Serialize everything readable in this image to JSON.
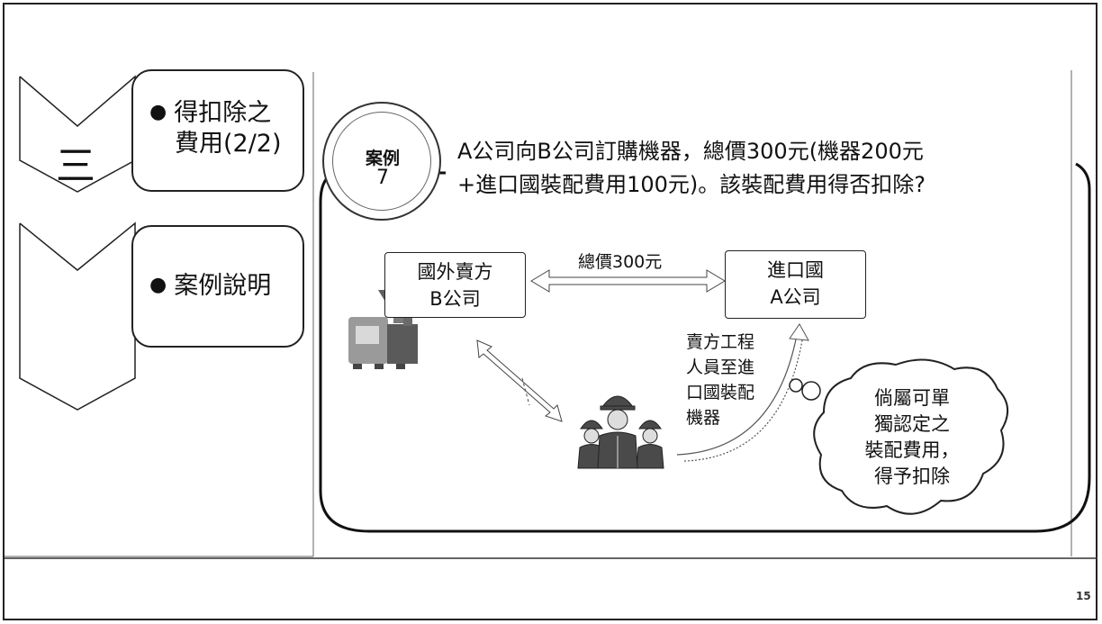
{
  "chapter_numeral": "三",
  "bullets": {
    "first": "得扣除之費用(2/2)",
    "first_line1": "得扣除之",
    "first_line2": "費用(2/2)",
    "second": "案例說明"
  },
  "case_badge": {
    "title": "案例",
    "number": "7"
  },
  "question": {
    "line1": "A公司向B公司訂購機器，總價300元(機器200元",
    "line2": "+進口國裝配費用100元)。該裝配費用得否扣除?"
  },
  "diagram": {
    "seller": {
      "line1": "國外賣方",
      "line2": "B公司"
    },
    "buyer": {
      "line1": "進口國",
      "line2": "A公司"
    },
    "price_label": "總價300元",
    "engineer_note": [
      "賣方工程",
      "人員至進",
      "口國裝配",
      "機器"
    ],
    "thought": [
      "倘屬可單",
      "獨認定之",
      "裝配費用，",
      "得予扣除"
    ],
    "icons": [
      "factory-machine-icon",
      "engineers-team-icon"
    ]
  },
  "page_number": "15"
}
